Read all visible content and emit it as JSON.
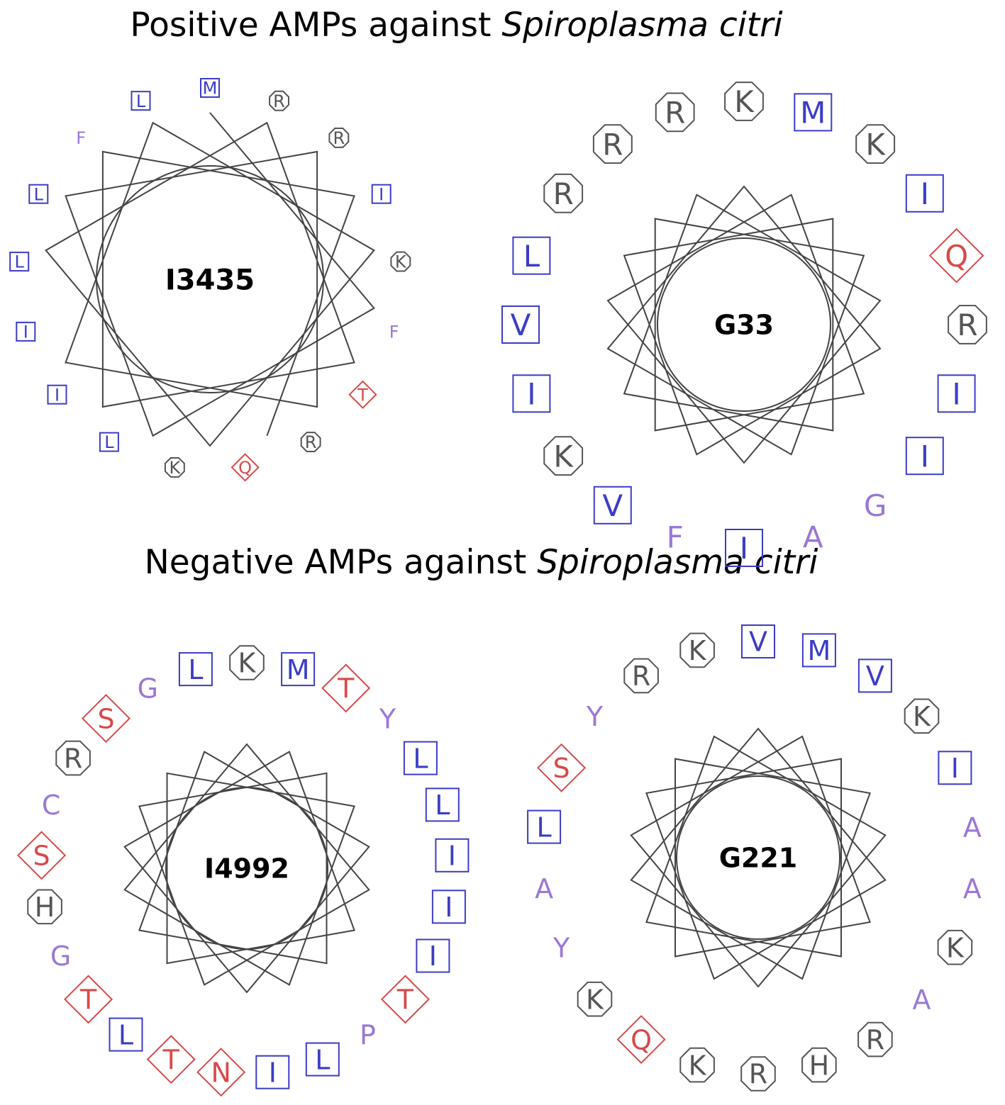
{
  "headings": {
    "positive_prefix": "Positive AMPs against ",
    "positive_species": "Spiroplasma citri",
    "negative_prefix": "Negative AMPs against ",
    "negative_species": "Spiroplasma citri"
  },
  "colors": {
    "hydrophobic": "#3c3cc8",
    "polar": "#d84a4a",
    "charged": "#555555",
    "other": "#9a78d6",
    "line": "#444444"
  },
  "wheels": [
    {
      "id": "I3435",
      "label": "I3435",
      "residues": [
        {
          "aa": "M",
          "type": "hydrophobic"
        },
        {
          "aa": "R",
          "type": "charged"
        },
        {
          "aa": "R",
          "type": "charged"
        },
        {
          "aa": "I",
          "type": "hydrophobic"
        },
        {
          "aa": "K",
          "type": "charged"
        },
        {
          "aa": "F",
          "type": "other"
        },
        {
          "aa": "T",
          "type": "polar"
        },
        {
          "aa": "R",
          "type": "charged"
        },
        {
          "aa": "Q",
          "type": "polar"
        },
        {
          "aa": "K",
          "type": "charged"
        },
        {
          "aa": "L",
          "type": "hydrophobic"
        },
        {
          "aa": "I",
          "type": "hydrophobic"
        },
        {
          "aa": "I",
          "type": "hydrophobic"
        },
        {
          "aa": "L",
          "type": "hydrophobic"
        },
        {
          "aa": "L",
          "type": "hydrophobic"
        },
        {
          "aa": "F",
          "type": "other"
        },
        {
          "aa": "L",
          "type": "hydrophobic"
        }
      ]
    },
    {
      "id": "G33",
      "label": "G33",
      "residues": [
        {
          "aa": "K",
          "type": "charged"
        },
        {
          "aa": "M",
          "type": "hydrophobic"
        },
        {
          "aa": "K",
          "type": "charged"
        },
        {
          "aa": "I",
          "type": "hydrophobic"
        },
        {
          "aa": "Q",
          "type": "polar"
        },
        {
          "aa": "R",
          "type": "charged"
        },
        {
          "aa": "I",
          "type": "hydrophobic"
        },
        {
          "aa": "I",
          "type": "hydrophobic"
        },
        {
          "aa": "G",
          "type": "other"
        },
        {
          "aa": "A",
          "type": "other"
        },
        {
          "aa": "I",
          "type": "hydrophobic"
        },
        {
          "aa": "F",
          "type": "other"
        },
        {
          "aa": "V",
          "type": "hydrophobic"
        },
        {
          "aa": "K",
          "type": "charged"
        },
        {
          "aa": "I",
          "type": "hydrophobic"
        },
        {
          "aa": "V",
          "type": "hydrophobic"
        },
        {
          "aa": "L",
          "type": "hydrophobic"
        },
        {
          "aa": "R",
          "type": "charged"
        },
        {
          "aa": "R",
          "type": "charged"
        },
        {
          "aa": "R",
          "type": "charged"
        }
      ]
    },
    {
      "id": "I4992",
      "label": "I4992",
      "residues": [
        {
          "aa": "K",
          "type": "charged"
        },
        {
          "aa": "M",
          "type": "hydrophobic"
        },
        {
          "aa": "T",
          "type": "polar"
        },
        {
          "aa": "Y",
          "type": "other"
        },
        {
          "aa": "L",
          "type": "hydrophobic"
        },
        {
          "aa": "L",
          "type": "hydrophobic"
        },
        {
          "aa": "I",
          "type": "hydrophobic"
        },
        {
          "aa": "I",
          "type": "hydrophobic"
        },
        {
          "aa": "I",
          "type": "hydrophobic"
        },
        {
          "aa": "T",
          "type": "polar"
        },
        {
          "aa": "P",
          "type": "other"
        },
        {
          "aa": "L",
          "type": "hydrophobic"
        },
        {
          "aa": "I",
          "type": "hydrophobic"
        },
        {
          "aa": "N",
          "type": "polar"
        },
        {
          "aa": "T",
          "type": "polar"
        },
        {
          "aa": "L",
          "type": "hydrophobic"
        },
        {
          "aa": "T",
          "type": "polar"
        },
        {
          "aa": "G",
          "type": "other"
        },
        {
          "aa": "H",
          "type": "charged"
        },
        {
          "aa": "S",
          "type": "polar"
        },
        {
          "aa": "C",
          "type": "other"
        },
        {
          "aa": "R",
          "type": "charged"
        },
        {
          "aa": "S",
          "type": "polar"
        },
        {
          "aa": "G",
          "type": "other"
        },
        {
          "aa": "L",
          "type": "hydrophobic"
        }
      ]
    },
    {
      "id": "G221",
      "label": "G221",
      "residues": [
        {
          "aa": "V",
          "type": "hydrophobic"
        },
        {
          "aa": "M",
          "type": "hydrophobic"
        },
        {
          "aa": "V",
          "type": "hydrophobic"
        },
        {
          "aa": "K",
          "type": "charged"
        },
        {
          "aa": "I",
          "type": "hydrophobic"
        },
        {
          "aa": "A",
          "type": "other"
        },
        {
          "aa": "A",
          "type": "other"
        },
        {
          "aa": "K",
          "type": "charged"
        },
        {
          "aa": "A",
          "type": "other"
        },
        {
          "aa": "R",
          "type": "charged"
        },
        {
          "aa": "H",
          "type": "charged"
        },
        {
          "aa": "R",
          "type": "charged"
        },
        {
          "aa": "K",
          "type": "charged"
        },
        {
          "aa": "Q",
          "type": "polar"
        },
        {
          "aa": "K",
          "type": "charged"
        },
        {
          "aa": "Y",
          "type": "other"
        },
        {
          "aa": "A",
          "type": "other"
        },
        {
          "aa": "L",
          "type": "hydrophobic"
        },
        {
          "aa": "S",
          "type": "polar"
        },
        {
          "aa": "Y",
          "type": "other"
        },
        {
          "aa": "R",
          "type": "charged"
        },
        {
          "aa": "K",
          "type": "charged"
        }
      ]
    }
  ]
}
